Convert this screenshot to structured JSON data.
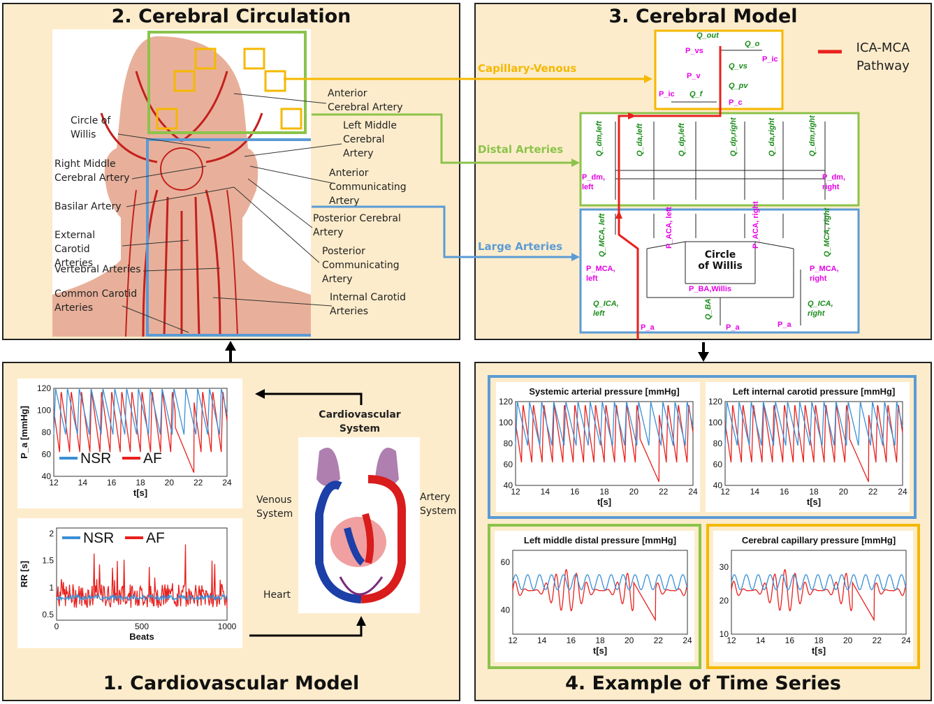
{
  "panels": {
    "p1": {
      "title": "1. Cardiovascular Model"
    },
    "p2": {
      "title": "2. Cerebral Circulation"
    },
    "p3": {
      "title": "3. Cerebral Model"
    },
    "p4": {
      "title": "4. Example of Time Series"
    }
  },
  "anatomy_labels": {
    "aca": "Anterior Cerebral Artery",
    "cow": "Circle of Willis",
    "lmca": "Left Middle Cerebral Artery",
    "rmca": "Right Middle Cerebral Artery",
    "acom": "Anterior Communicating Artery",
    "basilar": "Basilar Artery",
    "pca": "Posterior Cerebral Artery",
    "eca": "External Carotid Arteries",
    "pcom": "Posterior Communicating Artery",
    "vert": "Vertebral Arteries",
    "ica": "Internal Carotid Arteries",
    "cca": "Common Carotid Arteries"
  },
  "arrow_labels": {
    "capillary": "Capillary-Venous",
    "distal": "Distal Arteries",
    "large": "Large Arteries"
  },
  "legend": {
    "ica_mca": "ICA-MCA Pathway"
  },
  "circuit": {
    "cow_label": "Circle of Willis",
    "green": [
      "Q_out",
      "Q_o",
      "Q_vs",
      "Q_pv",
      "Q_f",
      "Q_dm,left",
      "Q_da,left",
      "Q_dp,left",
      "Q_dp,right",
      "Q_da,right",
      "Q_dm,right",
      "Q_MCA, left",
      "Q_MCA, right",
      "Q_ICA, left",
      "Q_ICA, right",
      "Q_BA"
    ],
    "magenta": [
      "P_vs",
      "P_ic",
      "P_v",
      "P_ic",
      "P_c",
      "P_dm, left",
      "P_dm, right",
      "P_ACA, left",
      "P_ACA, right",
      "P_MCA, left",
      "P_MCA, right",
      "P_BA,Willis",
      "P_a",
      "P_a",
      "P_a"
    ]
  },
  "cardio": {
    "system_title": "Cardiovascular System",
    "venous": "Venous System",
    "artery": "Artery System",
    "heart": "Heart"
  },
  "colors": {
    "nsr": "#3a8fd6",
    "af": "#e8201c",
    "ica_path": "#e8201c",
    "large_box": "#5b9bd5",
    "distal_box": "#8bc34a",
    "cap_box": "#f5b800"
  },
  "chart_data": [
    {
      "type": "line",
      "title": "",
      "ylabel": "P_a [mmHg]",
      "xlabel": "t[s]",
      "xlim": [
        12,
        24
      ],
      "ylim": [
        40,
        120
      ],
      "xticks": [
        12,
        14,
        16,
        18,
        20,
        22,
        24
      ],
      "yticks": [
        40,
        60,
        80,
        100,
        120
      ],
      "legend": [
        "NSR",
        "AF"
      ],
      "series": [
        {
          "name": "NSR"
        },
        {
          "name": "AF"
        }
      ]
    },
    {
      "type": "line",
      "title": "",
      "ylabel": "RR [s]",
      "xlabel": "Beats",
      "xlim": [
        0,
        1000
      ],
      "ylim": [
        0.4,
        2.1
      ],
      "xticks": [
        0,
        500,
        1000
      ],
      "yticks": [
        0.5,
        1,
        1.5,
        2
      ],
      "legend": [
        "NSR",
        "AF"
      ],
      "series": [
        {
          "name": "NSR",
          "mean": 0.82
        },
        {
          "name": "AF",
          "mean": 0.85
        }
      ]
    },
    {
      "type": "line",
      "title": "Systemic arterial pressure [mmHg]",
      "xlabel": "t[s]",
      "xlim": [
        12,
        24
      ],
      "ylim": [
        40,
        120
      ],
      "xticks": [
        12,
        14,
        16,
        18,
        20,
        22,
        24
      ],
      "yticks": [
        40,
        60,
        80,
        100,
        120
      ]
    },
    {
      "type": "line",
      "title": "Left internal carotid pressure [mmHg]",
      "xlabel": "t[s]",
      "xlim": [
        12,
        24
      ],
      "ylim": [
        40,
        120
      ],
      "xticks": [
        12,
        14,
        16,
        18,
        20,
        22,
        24
      ],
      "yticks": [
        40,
        60,
        80,
        100,
        120
      ]
    },
    {
      "type": "line",
      "title": "Left middle distal pressure [mmHg]",
      "xlabel": "t[s]",
      "xlim": [
        12,
        24
      ],
      "ylim": [
        30,
        65
      ],
      "xticks": [
        12,
        14,
        16,
        18,
        20,
        22,
        24
      ],
      "yticks": [
        40,
        60
      ]
    },
    {
      "type": "line",
      "title": "Cerebral capillary pressure [mmHg]",
      "xlabel": "t[s]",
      "xlim": [
        12,
        24
      ],
      "ylim": [
        10,
        35
      ],
      "xticks": [
        12,
        14,
        16,
        18,
        20,
        22,
        24
      ],
      "yticks": [
        10,
        20,
        30
      ]
    }
  ]
}
